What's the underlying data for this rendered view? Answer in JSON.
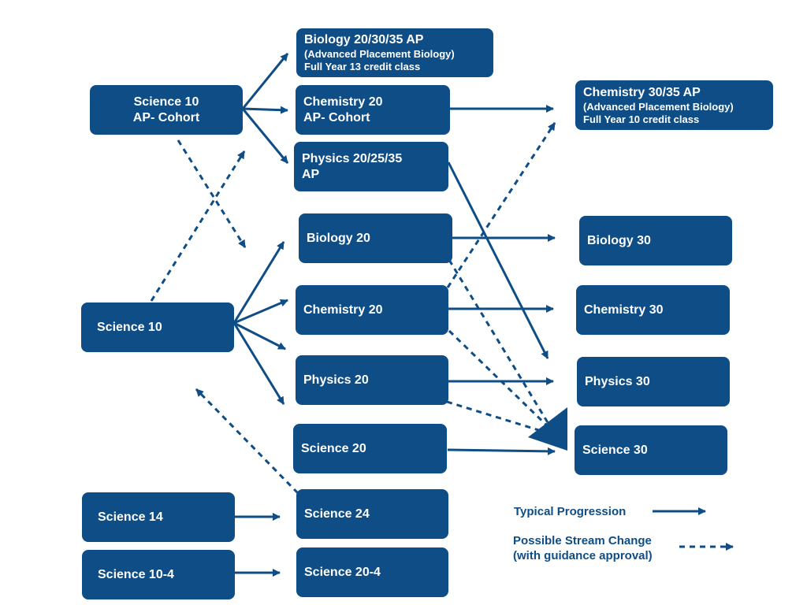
{
  "colors": {
    "box": "#0e4d85",
    "arrow": "#0e4d85"
  },
  "boxes": {
    "sci10_ap": {
      "lines": [
        "Science 10",
        "AP- Cohort"
      ]
    },
    "bio_ap": {
      "lines": [
        "Biology 20/30/35 AP",
        "(Advanced Placement Biology)",
        "Full Year 13 credit class"
      ]
    },
    "chem20_ap": {
      "lines": [
        "Chemistry 20",
        "AP- Cohort"
      ]
    },
    "phys_ap": {
      "lines": [
        "Physics 20/25/35",
        "AP"
      ]
    },
    "chem30_ap": {
      "lines": [
        "Chemistry 30/35 AP",
        "(Advanced Placement Biology)",
        "Full Year 10 credit class"
      ]
    },
    "bio20": {
      "lines": [
        "Biology 20"
      ]
    },
    "chem20": {
      "lines": [
        "Chemistry 20"
      ]
    },
    "phys20": {
      "lines": [
        "Physics 20"
      ]
    },
    "sci20": {
      "lines": [
        "Science 20"
      ]
    },
    "sci24": {
      "lines": [
        "Science 24"
      ]
    },
    "sci20_4": {
      "lines": [
        "Science 20-4"
      ]
    },
    "sci10": {
      "lines": [
        "Science 10"
      ]
    },
    "sci14": {
      "lines": [
        "Science 14"
      ]
    },
    "sci10_4": {
      "lines": [
        "Science 10-4"
      ]
    },
    "bio30": {
      "lines": [
        "Biology 30"
      ]
    },
    "chem30": {
      "lines": [
        "Chemistry 30"
      ]
    },
    "phys30": {
      "lines": [
        "Physics 30"
      ]
    },
    "sci30": {
      "lines": [
        "Science 30"
      ]
    }
  },
  "legend": {
    "typical": "Typical Progression",
    "stream_line1": "Possible Stream Change",
    "stream_line2": "(with guidance approval)"
  }
}
